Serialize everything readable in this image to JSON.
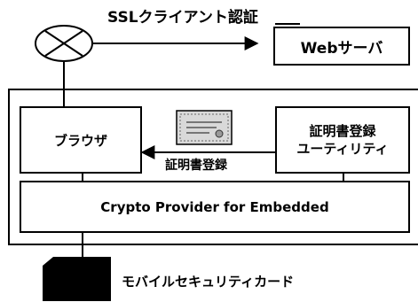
{
  "ssl_label": "SSLクライアント認証",
  "web_server_label": "Webサーバ",
  "browser_label": "ブラウザ",
  "utility_label_line1": "証明書登録",
  "utility_label_line2": "ユーティリティ",
  "register_label": "証明書登録",
  "provider_label": "Crypto Provider for Embedded",
  "mobile_card_label": "モバイルセキュリティカード",
  "icons": {
    "router": "crossed-circle-router-icon",
    "certificate": "certificate-icon",
    "card": "security-card-icon"
  },
  "colors": {
    "line": "#000000",
    "background": "#ffffff",
    "certificate_fill": "#d9d9d9"
  }
}
